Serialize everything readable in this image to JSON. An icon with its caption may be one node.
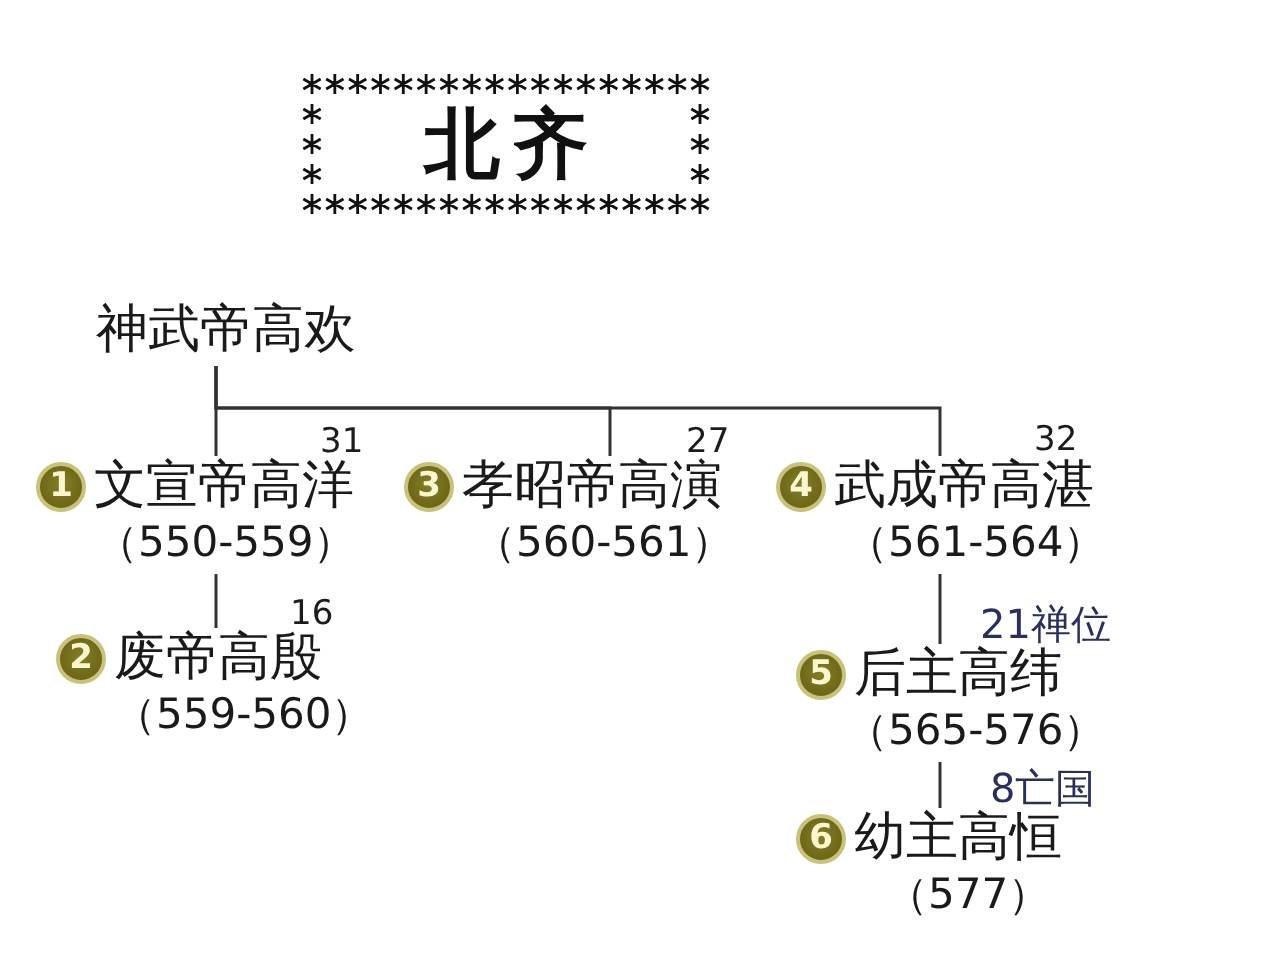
{
  "diagram": {
    "title": "北齐",
    "nodes": [
      {
        "text": [
          "神武帝高欢"
        ]
      },
      {
        "text": [
          "1",
          "文宣帝高洋",
          "（550-559）"
        ]
      },
      {
        "text": [
          "3",
          "孝昭帝高演",
          "（560-561）"
        ]
      },
      {
        "text": [
          "4",
          "武成帝高湛",
          "（561-564）"
        ]
      },
      {
        "text": [
          "2",
          "废帝高殷",
          "（559-560）"
        ]
      },
      {
        "text": [
          "5",
          "后主高纬",
          "（565-576）"
        ],
        "beside": [
          "21禅位"
        ]
      },
      {
        "text": [
          "6",
          "幼主高恒",
          "（577）"
        ],
        "beside": [
          "8亡国"
        ]
      }
    ],
    "edges": [
      {
        "from": 0,
        "to": 1,
        "arrow": "none"
      },
      {
        "from": 0,
        "to": 2,
        "arrow": "none"
      },
      {
        "from": 0,
        "to": 3,
        "arrow": "none"
      },
      {
        "from": 1,
        "to": 4,
        "arrow": "none"
      },
      {
        "from": 3,
        "to": 5,
        "arrow": "none"
      },
      {
        "from": 5,
        "to": 6,
        "arrow": "none"
      }
    ],
    "labels": [
      "31",
      "27",
      "32",
      "16"
    ]
  }
}
